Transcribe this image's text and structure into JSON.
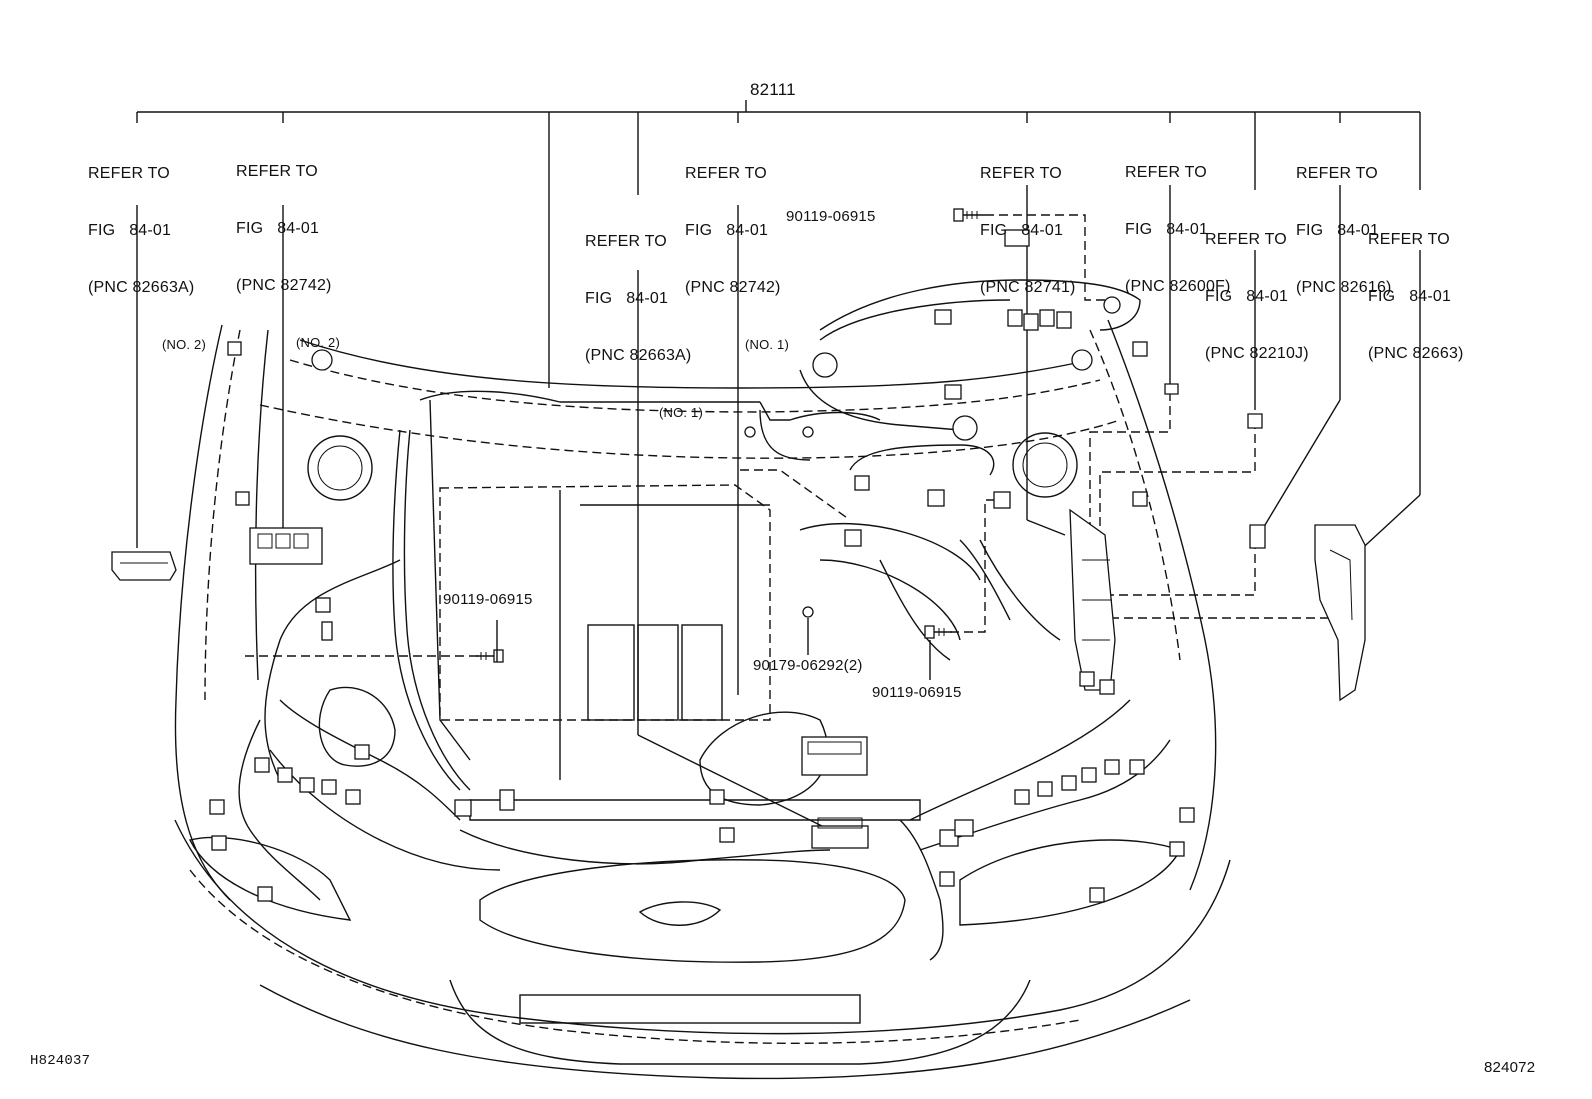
{
  "main_part_number": "82111",
  "refs": [
    {
      "l1": "REFER TO",
      "l2": "FIG   84-01",
      "l3": "(PNC 82663A)",
      "l4": "(NO. 2)"
    },
    {
      "l1": "REFER TO",
      "l2": "FIG   84-01",
      "l3": "(PNC 82742)",
      "l4": "(NO. 2)"
    },
    {
      "l1": "REFER TO",
      "l2": "FIG   84-01",
      "l3": "(PNC 82663A)",
      "l4": "(NO. 1)"
    },
    {
      "l1": "REFER TO",
      "l2": "FIG   84-01",
      "l3": "(PNC 82742)",
      "l4": "(NO. 1)"
    },
    {
      "l1": "REFER TO",
      "l2": "FIG   84-01",
      "l3": "(PNC 82741)",
      "l4": ""
    },
    {
      "l1": "REFER TO",
      "l2": "FIG   84-01",
      "l3": "(PNC 82600F)",
      "l4": ""
    },
    {
      "l1": "REFER TO",
      "l2": "FIG   84-01",
      "l3": "(PNC 82210J)",
      "l4": ""
    },
    {
      "l1": "REFER TO",
      "l2": "FIG   84-01",
      "l3": "(PNC 82616)",
      "l4": ""
    },
    {
      "l1": "REFER TO",
      "l2": "FIG   84-01",
      "l3": "(PNC 82663)",
      "l4": ""
    }
  ],
  "bolts": {
    "b1": "90119-06915",
    "b2": "90119-06915",
    "b3": "90179-06292(2)",
    "b4": "90119-06915"
  },
  "footer": {
    "left_code": "H824037",
    "right_code": "824072"
  }
}
